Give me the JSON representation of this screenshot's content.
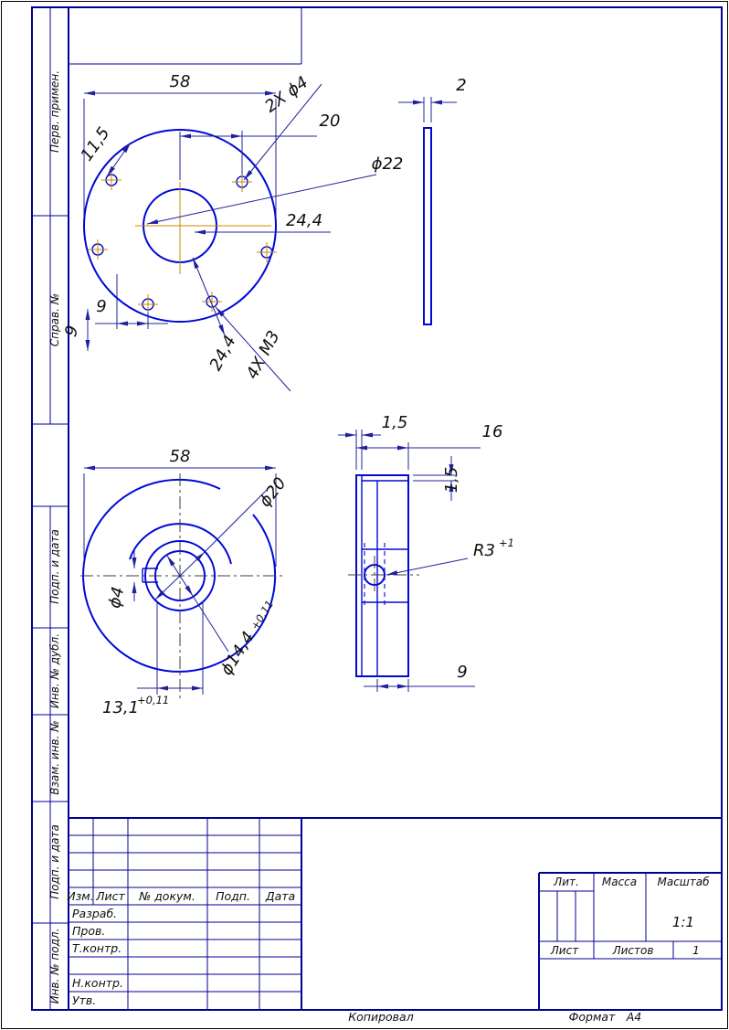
{
  "colors": {
    "outline": "#0008d6",
    "dimension": "#20209d",
    "centerline": "#cc8a00",
    "frame": "#000096"
  },
  "drawing": {
    "side_labels": [
      "Перв. примен.",
      "Справ. №",
      "Подп. и дата",
      "Инв. № дубл.",
      "Взам. инв. №",
      "Подп. и дата",
      "Инв. № подл."
    ],
    "title_block": {
      "izm": "Изм.",
      "list_col": "Лист",
      "doc": "№ докум.",
      "podp": "Подп.",
      "date": "Дата",
      "razrab": "Разраб.",
      "prov": "Пров.",
      "tkontr": "Т.контр.",
      "nkontr": "Н.контр.",
      "utv": "Утв.",
      "lit": "Лит.",
      "massa": "Масса",
      "masshtab": "Масштаб",
      "scale": "1:1",
      "list": "Лист",
      "listov": "Листов",
      "listov_val": "1"
    },
    "footer": {
      "kopiroval": "Копировал",
      "format": "Формат",
      "format_val": "А4"
    },
    "dims": {
      "v1_58": "58",
      "v1_115": "11,5",
      "v1_2x4": "2X ϕ4",
      "v1_20": "20",
      "v1_d22": "ϕ22",
      "v1_244": "24,4",
      "v1_9a": "9",
      "v1_9b": "9",
      "v1_244b": "24,4",
      "v1_4xm3": "4X M3",
      "v2_2": "2",
      "v3_58": "58",
      "v3_d20": "ϕ20",
      "v3_d4": "ϕ4",
      "v3_d144": "ϕ14,4",
      "v3_d144_tol": "+0,11",
      "v3_131": "13,1",
      "v3_131_tol": "+0,11",
      "v4_15a": "1,5",
      "v4_16": "16",
      "v4_15b": "1,5",
      "v4_r3": "R3",
      "v4_r3_tol": "+1",
      "v4_9": "9"
    }
  }
}
